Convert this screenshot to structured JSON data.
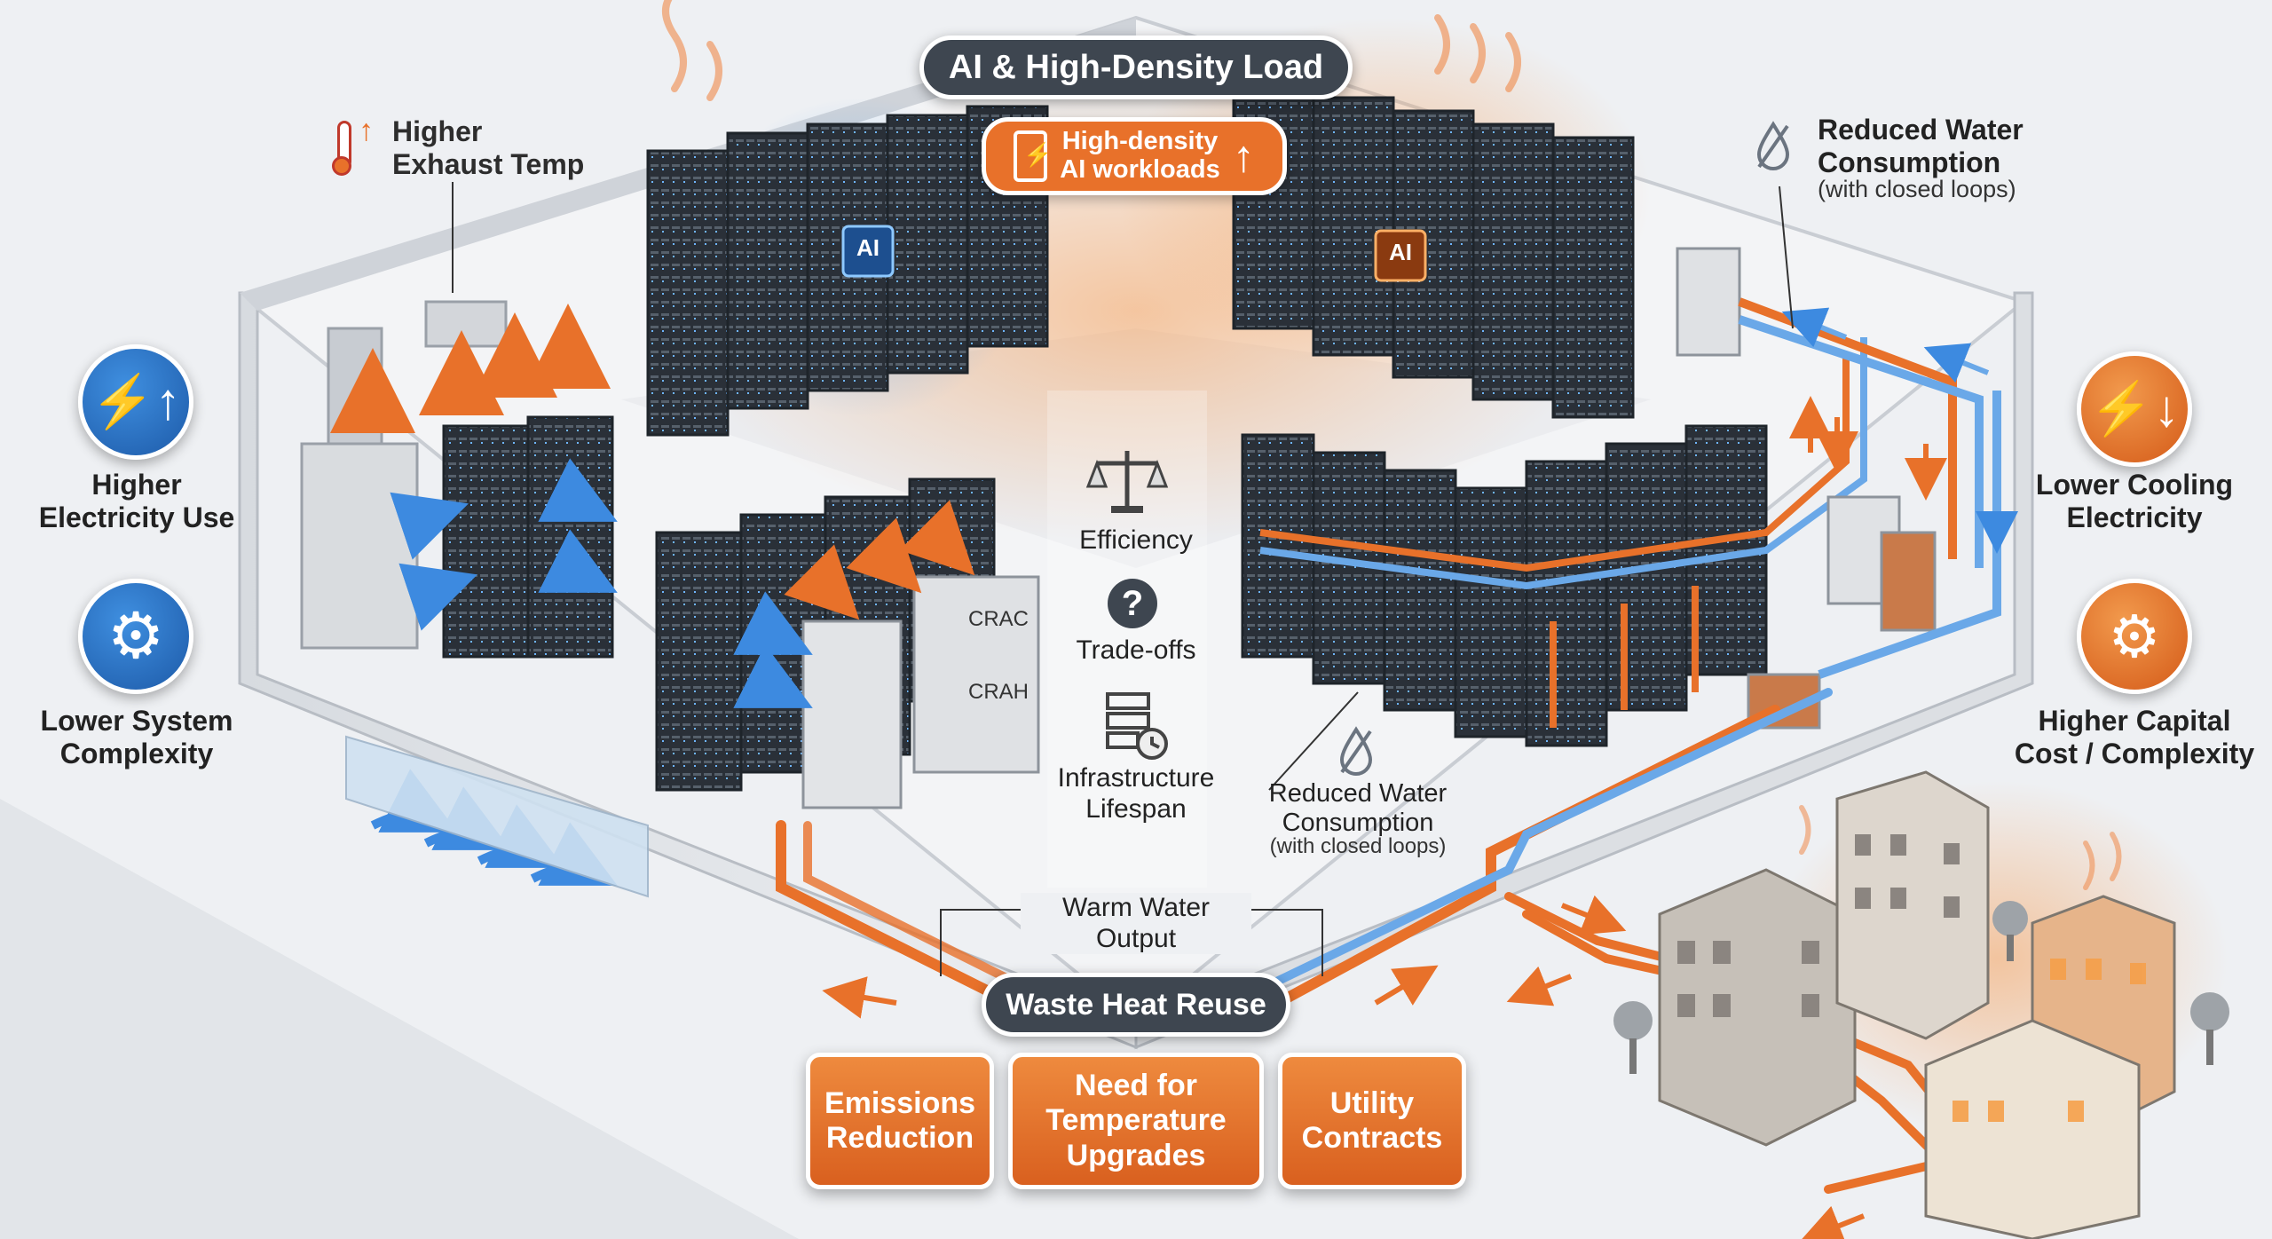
{
  "header": {
    "title": "AI & High-Density Load"
  },
  "ai_workloads": {
    "label": "High-density\nAI workloads"
  },
  "ai_chip_label": "AI",
  "exhaust": {
    "label": "Higher\nExhaust Temp"
  },
  "left_panel": {
    "electricity": {
      "label": "Higher\nElectricity Use",
      "icon": "lightning-up-icon"
    },
    "complexity": {
      "label": "Lower System\nComplexity",
      "icon": "gear-icon"
    }
  },
  "right_panel": {
    "cooling": {
      "label": "Lower Cooling\nElectricity",
      "icon": "lightning-down-icon"
    },
    "capital": {
      "label": "Higher Capital\nCost / Complexity",
      "icon": "gears-icon"
    }
  },
  "water_top": {
    "title": "Reduced Water\nConsumption",
    "note": "(with closed loops)"
  },
  "water_mid": {
    "title": "Reduced Water\nConsumption",
    "note": "(with closed loops)"
  },
  "center_items": {
    "efficiency": "Efficiency",
    "tradeoffs": "Trade-offs",
    "lifespan": "Infrastructure\nLifespan"
  },
  "cooling_units": {
    "crac": "CRAC",
    "crah": "CRAH"
  },
  "warm_water": "Warm Water\nOutput",
  "waste_heat": "Waste Heat Reuse",
  "outcomes": [
    "Emissions\nReduction",
    "Need for\nTemperature\nUpgrades",
    "Utility\nContracts"
  ],
  "colors": {
    "orange": "#e8712a",
    "blue": "#2b6fc4",
    "dark": "#3e4650"
  }
}
